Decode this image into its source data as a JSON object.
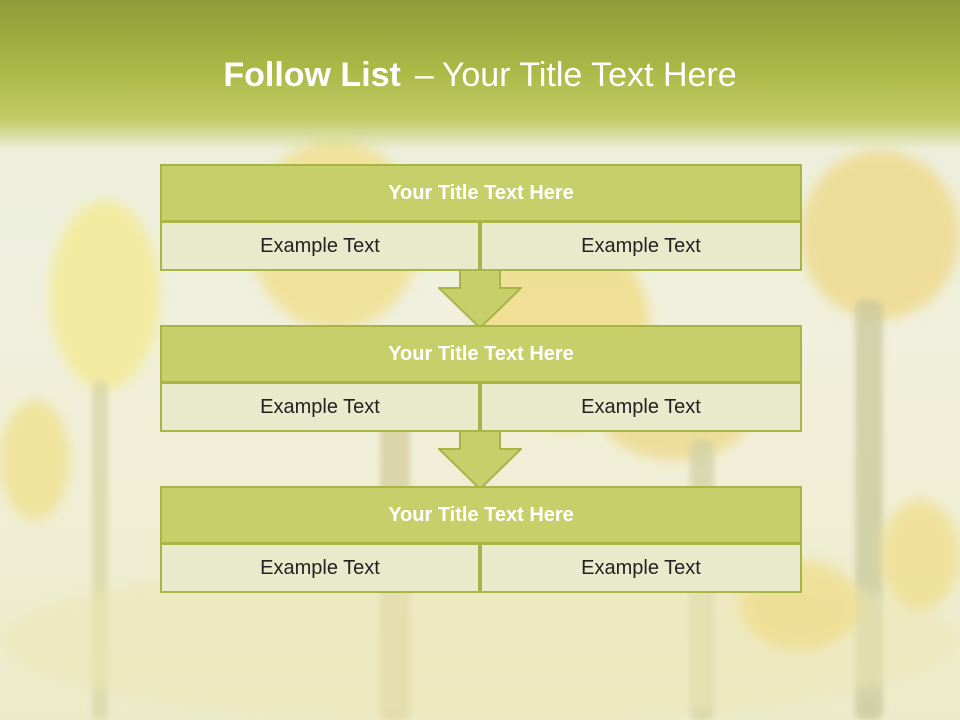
{
  "header": {
    "title_bold": "Follow List",
    "title_dash": "–",
    "title_rest": "Your Title Text Here"
  },
  "steps": [
    {
      "title": "Your Title Text Here",
      "left": "Example Text",
      "right": "Example Text"
    },
    {
      "title": "Your Title Text Here",
      "left": "Example Text",
      "right": "Example Text"
    },
    {
      "title": "Your Title Text Here",
      "left": "Example Text",
      "right": "Example Text"
    }
  ],
  "colors": {
    "header_band": "#a9b845",
    "title_bar": "#c6cf6a",
    "cell_fill": "#e7ebcb",
    "border": "#a9b447"
  }
}
